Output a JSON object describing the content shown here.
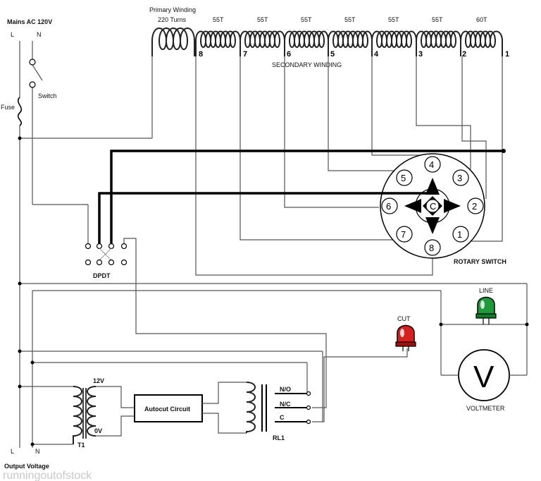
{
  "mains": {
    "title": "Mains AC 120V",
    "l": "L",
    "n": "N"
  },
  "switch_label": "Switch",
  "fuse_label": "Fuse",
  "primary": {
    "label": "Primary Winding",
    "turns": "220 Turns"
  },
  "secondary": {
    "label": "SECONDARY WINDING"
  },
  "turns_labels": [
    "55T",
    "55T",
    "55T",
    "55T",
    "55T",
    "55T",
    "60T"
  ],
  "taps": [
    "8",
    "7",
    "6",
    "5",
    "4",
    "3",
    "2",
    "1"
  ],
  "rotary": {
    "label": "ROTARY SWITCH",
    "center": "C",
    "positions": [
      "1",
      "2",
      "3",
      "4",
      "5",
      "6",
      "7",
      "8"
    ]
  },
  "dpdt_label": "DPDT",
  "cut_label": "CUT",
  "line_label": "LINE",
  "voltmeter": {
    "label": "VOLTMETER",
    "symbol": "V"
  },
  "t1": {
    "label": "T1",
    "v12": "12V",
    "v0": "0V"
  },
  "autocut_label": "Autocut Circuit",
  "relay": {
    "label": "RL1",
    "no": "N/O",
    "nc": "N/C",
    "c": "C"
  },
  "output": {
    "title": "Output Voltage",
    "l": "L",
    "n": "N"
  },
  "watermark": "runningoutofstock",
  "colors": {
    "cut_led": "#d42020",
    "line_led": "#1e9a3c",
    "wire": "#555555"
  }
}
